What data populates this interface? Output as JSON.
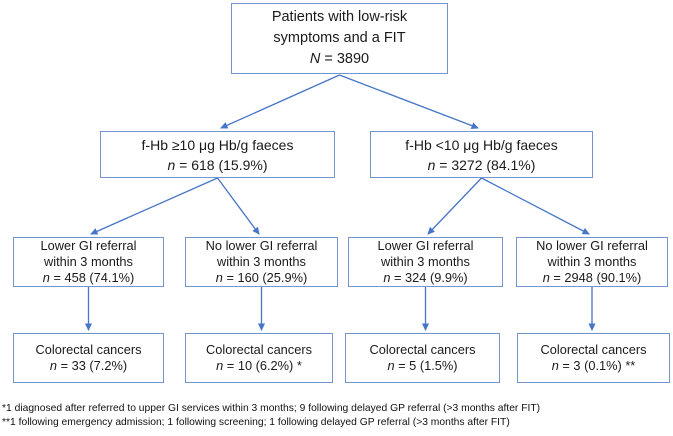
{
  "flowchart": {
    "root": {
      "text_lines": [
        "Patients with low-risk",
        "symptoms and a FIT"
      ],
      "stat_italic": "N",
      "stat_rest": " = 3890"
    },
    "level2": [
      {
        "text_lines": [
          "f-Hb ≥10 μg Hb/g faeces"
        ],
        "stat_italic": "n",
        "stat_rest": " = 618 (15.9%)"
      },
      {
        "text_lines": [
          "f-Hb <10 μg Hb/g faeces"
        ],
        "stat_italic": "n",
        "stat_rest": " = 3272 (84.1%)"
      }
    ],
    "level3": [
      {
        "text_lines": [
          "Lower GI referral",
          "within 3 months"
        ],
        "stat_italic": "n",
        "stat_rest": " = 458 (74.1%)"
      },
      {
        "text_lines": [
          "No lower GI referral",
          "within 3 months"
        ],
        "stat_italic": "n",
        "stat_rest": " = 160 (25.9%)"
      },
      {
        "text_lines": [
          "Lower GI referral",
          "within 3 months"
        ],
        "stat_italic": "n",
        "stat_rest": " = 324 (9.9%)"
      },
      {
        "text_lines": [
          "No lower GI referral",
          "within 3 months"
        ],
        "stat_italic": "n",
        "stat_rest": " = 2948 (90.1%)"
      }
    ],
    "level4": [
      {
        "text_lines": [
          "Colorectal cancers"
        ],
        "stat_italic": "n",
        "stat_rest": " = 33 (7.2%)"
      },
      {
        "text_lines": [
          "Colorectal cancers"
        ],
        "stat_italic": "n",
        "stat_rest": " = 10 (6.2%) *"
      },
      {
        "text_lines": [
          "Colorectal cancers"
        ],
        "stat_italic": "n",
        "stat_rest": " = 5 (1.5%)"
      },
      {
        "text_lines": [
          "Colorectal cancers"
        ],
        "stat_italic": "n",
        "stat_rest": " = 3 (0.1%) **"
      }
    ],
    "footnotes": [
      "*1 diagnosed after referred to upper GI services within 3 months; 9 following delayed GP referral (>3 months after FIT)",
      "**1 following emergency admission; 1 following screening; 1 following delayed GP referral (>3 months after FIT)"
    ],
    "colors": {
      "box_border": "#7495d2",
      "arrow": "#4775c8",
      "text": "#1a1a1a",
      "background": "#ffffff"
    }
  }
}
